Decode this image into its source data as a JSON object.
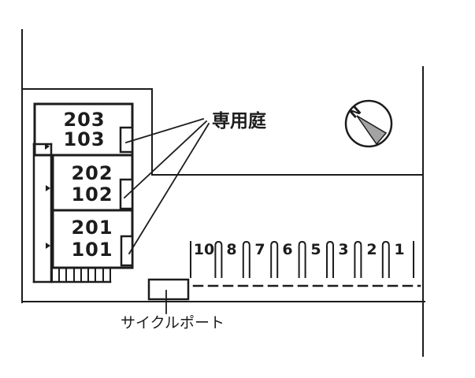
{
  "page": {
    "background_color": "#ffffff",
    "line_color": "#1c1c1c"
  },
  "site_plan": {
    "building": {
      "units": [
        {
          "upper_room": "203",
          "lower_room": "103"
        },
        {
          "upper_room": "202",
          "lower_room": "102"
        },
        {
          "upper_room": "201",
          "lower_room": "101"
        }
      ]
    },
    "labels": {
      "private_garden": "専用庭",
      "cycle_port": "サイクルポート"
    },
    "compass": {
      "north_letter": "N",
      "needle_fill": "#a3a3a3"
    },
    "parking": {
      "space_numbers": [
        "10",
        "8",
        "7",
        "6",
        "5",
        "3",
        "2",
        "1"
      ]
    }
  }
}
